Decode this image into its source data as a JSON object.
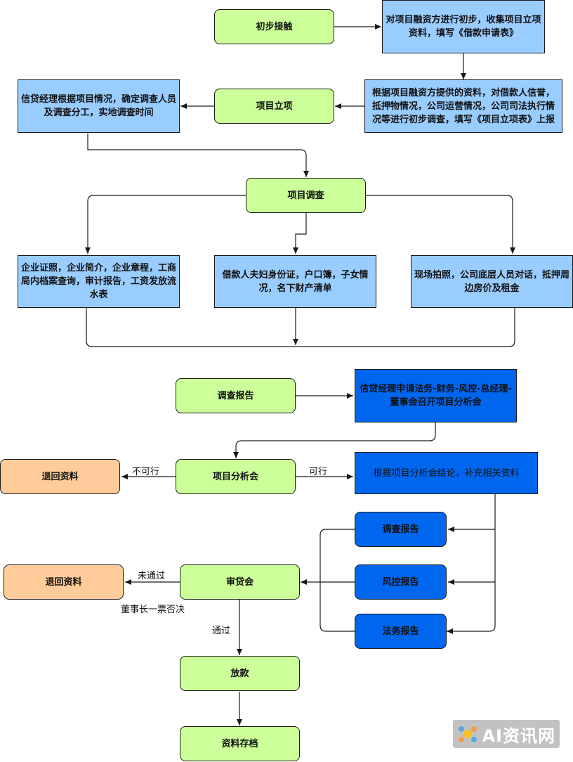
{
  "nodes": {
    "initial_contact": "初步接触",
    "initial_review": "对项目融资方进行初步，收集项目立项资料，填写《借款申请表》",
    "prelim_investigation": "根据项目融资方提供的资料，对借款人信誉，抵押物情况，公司运营情况，公司司法执行情况等进行初步调查，填写《项目立项表》上报",
    "project_approval": "项目立项",
    "assign_investigators": "信贷经理根据项目情况，确定调查人员及调查分工，实地调查时间",
    "project_investigation": "项目调查",
    "company_docs": "企业证照，企业简介，企业章程，工商局内档案查询，审计报告，工资发放流水表",
    "borrower_docs": "借款人夫妇身份证，户口簿，子女情况，名下财产清单",
    "site_visit": "现场拍照，公司底层人员对话，抵押周边房价及租金",
    "investigation_report": "调查报告",
    "apply_meeting": "信贷经理申请法务-财务-风控-总经理-董事会召开项目分析会",
    "return_docs_1": "退回资料",
    "analysis_meeting": "项目分析会",
    "supplement_docs": "根据项目分析会结论，补充相关资料",
    "report_investigation": "调查报告",
    "report_risk": "风控报告",
    "report_legal": "法务报告",
    "return_docs_2": "退回资料",
    "credit_committee": "审贷会",
    "loan_release": "放款",
    "archive": "资料存档"
  },
  "edge_labels": {
    "not_feasible": "不可行",
    "feasible": "可行",
    "not_passed": "未通过",
    "chairman_veto": "董事长一票否决",
    "passed": "通过"
  },
  "watermark": "AI资讯网",
  "colors": {
    "green": "#ccff99",
    "light_blue": "#99ccff",
    "dark_blue": "#0066ee",
    "orange": "#ffcc99",
    "line": "#1a1a1a"
  }
}
